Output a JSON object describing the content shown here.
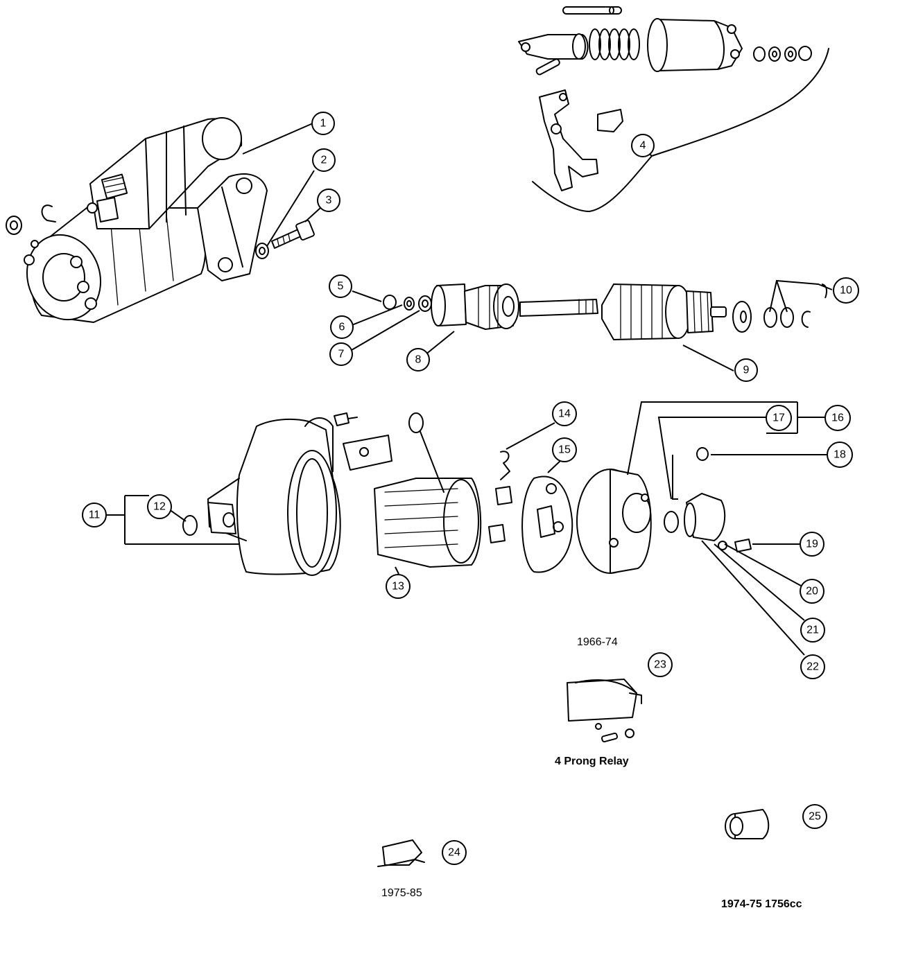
{
  "callouts": [
    {
      "number": "1"
    },
    {
      "number": "2"
    },
    {
      "number": "3"
    },
    {
      "number": "4"
    },
    {
      "number": "5"
    },
    {
      "number": "6"
    },
    {
      "number": "7"
    },
    {
      "number": "8"
    },
    {
      "number": "9"
    },
    {
      "number": "10"
    },
    {
      "number": "11"
    },
    {
      "number": "12"
    },
    {
      "number": "13"
    },
    {
      "number": "14"
    },
    {
      "number": "15"
    },
    {
      "number": "16"
    },
    {
      "number": "17"
    },
    {
      "number": "18"
    },
    {
      "number": "19"
    },
    {
      "number": "20"
    },
    {
      "number": "21"
    },
    {
      "number": "22"
    },
    {
      "number": "23"
    },
    {
      "number": "24"
    },
    {
      "number": "25"
    }
  ],
  "captions": {
    "relay_years": "1966-74",
    "relay_name": "4 Prong Relay",
    "relay_1975": "1975-85",
    "part_1974": "1974-75 1756cc"
  }
}
